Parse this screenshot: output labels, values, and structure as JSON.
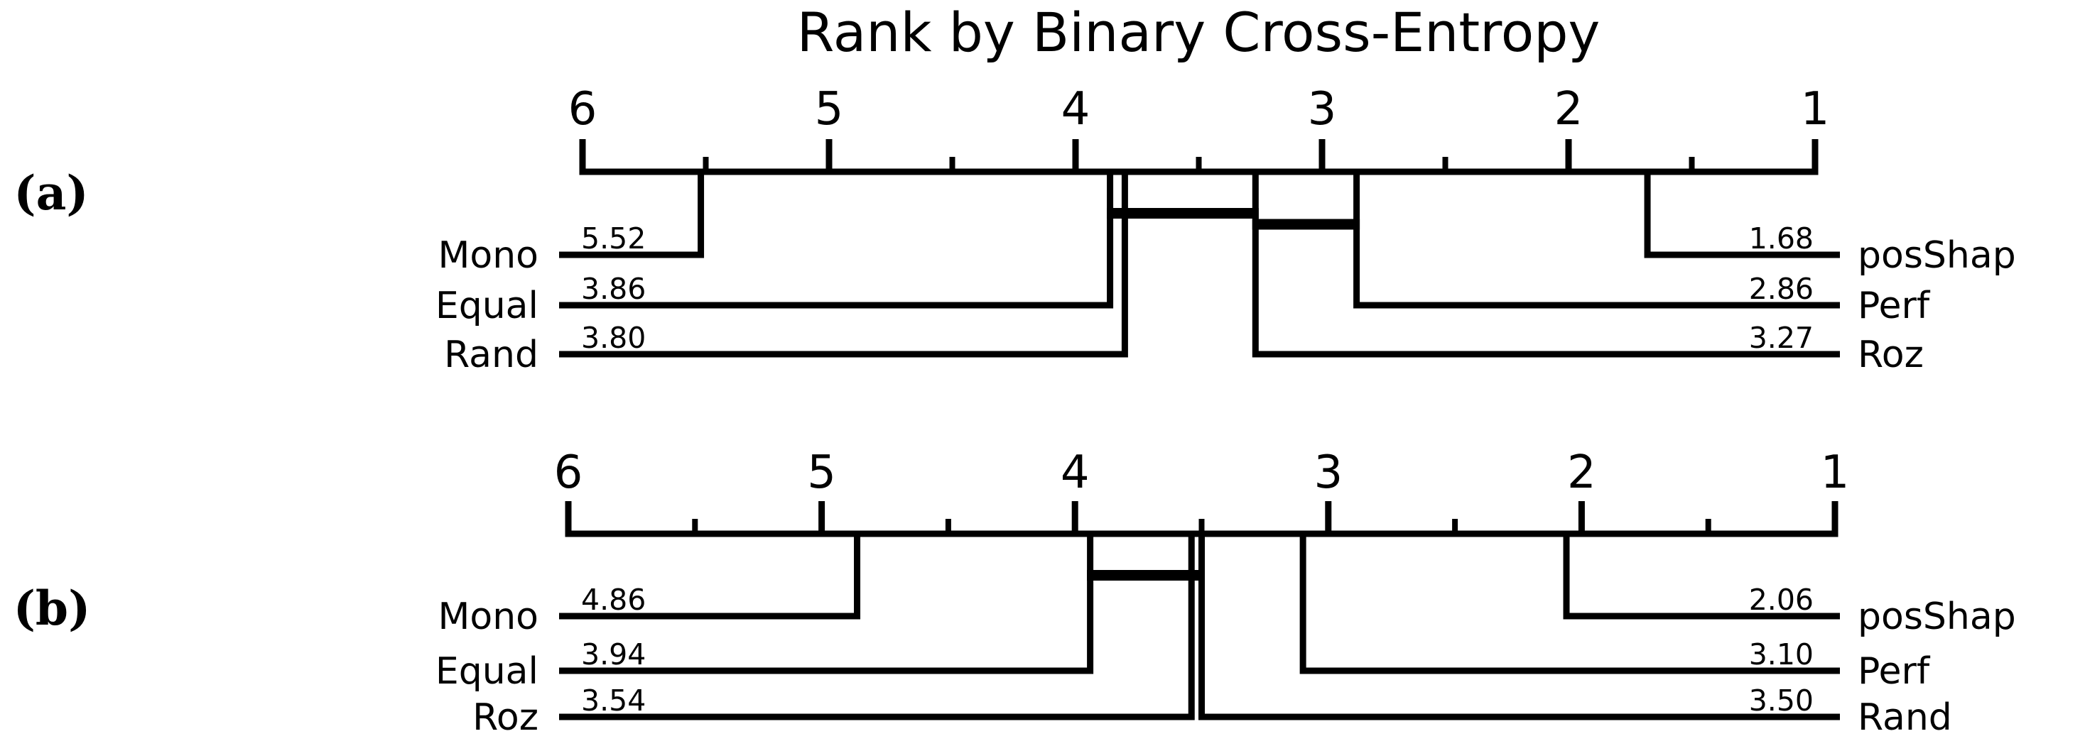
{
  "figure": {
    "bg": "#ffffff",
    "ink": "#000000",
    "panels": [
      {
        "label": "(a)"
      },
      {
        "label": "(b)"
      }
    ]
  },
  "chart_data": [
    {
      "type": "critical-difference-diagram",
      "panel_label": "(a)",
      "title": "Rank by Binary Cross-Entropy",
      "axis": {
        "orientation": "horizontal",
        "min_rank": 1,
        "max_rank": 6,
        "tick_labels": [
          "6",
          "5",
          "4",
          "3",
          "2",
          "1"
        ],
        "minor_tick_step": 0.5,
        "best_rank_side": "right",
        "grid": false
      },
      "methods": {
        "left": [
          {
            "name": "Mono",
            "avg_rank": 5.52,
            "score_label": "5.52"
          },
          {
            "name": "Equal",
            "avg_rank": 3.86,
            "score_label": "3.86"
          },
          {
            "name": "Rand",
            "avg_rank": 3.8,
            "score_label": "3.80"
          }
        ],
        "right": [
          {
            "name": "posShap",
            "avg_rank": 1.68,
            "score_label": "1.68"
          },
          {
            "name": "Perf",
            "avg_rank": 2.86,
            "score_label": "2.86"
          },
          {
            "name": "Roz",
            "avg_rank": 3.27,
            "score_label": "3.27"
          }
        ]
      },
      "cliques": [
        {
          "members": [
            "Equal",
            "Rand",
            "Roz"
          ],
          "level": 0
        },
        {
          "members": [
            "Roz",
            "Perf"
          ],
          "level": 1
        }
      ]
    },
    {
      "type": "critical-difference-diagram",
      "panel_label": "(b)",
      "title": "",
      "axis": {
        "orientation": "horizontal",
        "min_rank": 1,
        "max_rank": 6,
        "tick_labels": [
          "6",
          "5",
          "4",
          "3",
          "2",
          "1"
        ],
        "minor_tick_step": 0.5,
        "best_rank_side": "right",
        "grid": false
      },
      "methods": {
        "left": [
          {
            "name": "Mono",
            "avg_rank": 4.86,
            "score_label": "4.86"
          },
          {
            "name": "Equal",
            "avg_rank": 3.94,
            "score_label": "3.94"
          },
          {
            "name": "Roz",
            "avg_rank": 3.54,
            "score_label": "3.54"
          }
        ],
        "right": [
          {
            "name": "posShap",
            "avg_rank": 2.06,
            "score_label": "2.06"
          },
          {
            "name": "Perf",
            "avg_rank": 3.1,
            "score_label": "3.10"
          },
          {
            "name": "Rand",
            "avg_rank": 3.5,
            "score_label": "3.50"
          }
        ]
      },
      "cliques": [
        {
          "members": [
            "Equal",
            "Roz",
            "Rand"
          ],
          "level": 0
        }
      ]
    }
  ]
}
